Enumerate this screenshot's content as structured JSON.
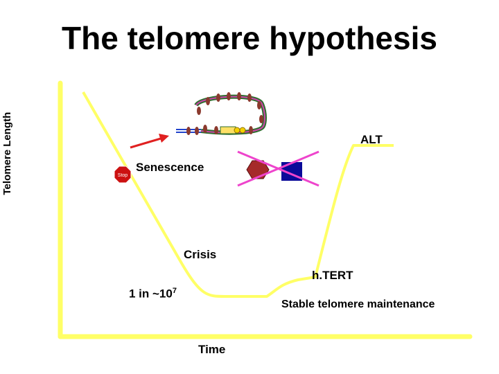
{
  "title": "The telomere hypothesis",
  "y_axis_label": "Telomere Length",
  "x_axis_label": "Time",
  "labels": {
    "senescence": "Senescence",
    "alt": "ALT",
    "crisis": "Crisis",
    "htert": "h.TERT",
    "odds_prefix": "1 in ~10",
    "odds_exponent": "7",
    "stable": "Stable telomere maintenance"
  },
  "stop_sign_text": "Stop",
  "colors": {
    "axes": "#ffff66",
    "curve": "#ffff66",
    "arrow": "#e02020",
    "cross": "#ee44cc",
    "stop_sign": "#cc1111",
    "chromosome_outline": "#2f6e2f",
    "hexagon": "#a52a2a",
    "square": "#0a0a99"
  },
  "icons": [
    "stop-sign-icon",
    "chromosome-icon",
    "hexagon-icon",
    "square-icon"
  ]
}
